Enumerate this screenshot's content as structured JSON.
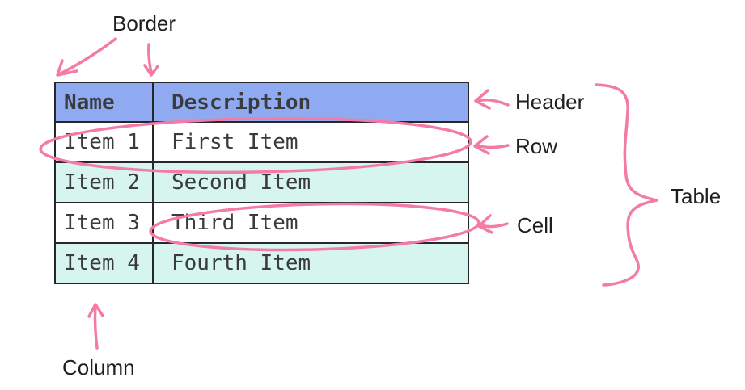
{
  "colors": {
    "pink": "#f47ba6",
    "header_blue": "#8faaf0",
    "row_mint": "#d6f5ee",
    "border_dark": "#26262b",
    "table_text": "#3b3b3e",
    "label_text": "#1f1f1f"
  },
  "table": {
    "header": {
      "name": "Name",
      "description": "Description"
    },
    "rows": [
      {
        "name": "Item 1",
        "description": "First Item"
      },
      {
        "name": "Item 2",
        "description": "Second Item"
      },
      {
        "name": "Item 3",
        "description": "Third Item"
      },
      {
        "name": "Item 4",
        "description": "Fourth Item"
      }
    ]
  },
  "annotations": {
    "border": "Border",
    "header": "Header",
    "row": "Row",
    "cell": "Cell",
    "table": "Table",
    "column": "Column"
  }
}
